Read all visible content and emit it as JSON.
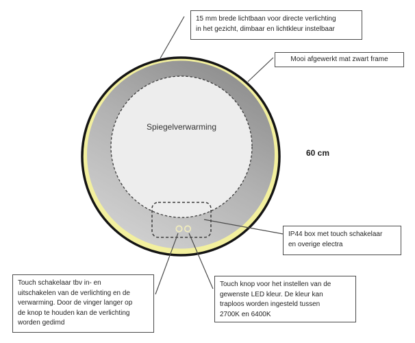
{
  "diagram": {
    "mirror_label": "Spiegelverwarming",
    "size_label": "60 cm"
  },
  "callouts": {
    "light_band": "15 mm brede lichtbaan voor directe verlichting\nin het gezicht, dimbaar en lichtkleur instelbaar",
    "frame": "Mooi afgewerkt mat zwart frame",
    "ip44": "IP44 box met touch schakelaar\nen overige electra",
    "touch_switch": "Touch schakelaar tbv in- en\nuitschakelen van de verlichting en de\nverwarming. Door de vinger langer op\nde knop te houden kan de verlichting\nworden gedimd",
    "led_color": "Touch knop voor het instellen van de\ngewenste LED kleur. De kleur kan\ntraploos worden ingesteld tussen\n2700K en 6400K"
  },
  "icons": {
    "touch_power_button": "touch-power-button-ring",
    "touch_color_button": "touch-color-button-ring"
  },
  "colors": {
    "led_band_yellow": "#f3f09e",
    "frame_black": "#141414",
    "mirror_gray_dark": "#8c8c8c",
    "mirror_gray_light": "#d2d2d2",
    "heating_area_fill": "#ededed",
    "outline_gray": "#4a4a4a",
    "touch_button_ring": "#f0ecbe",
    "text": "#222222",
    "background": "#ffffff"
  }
}
